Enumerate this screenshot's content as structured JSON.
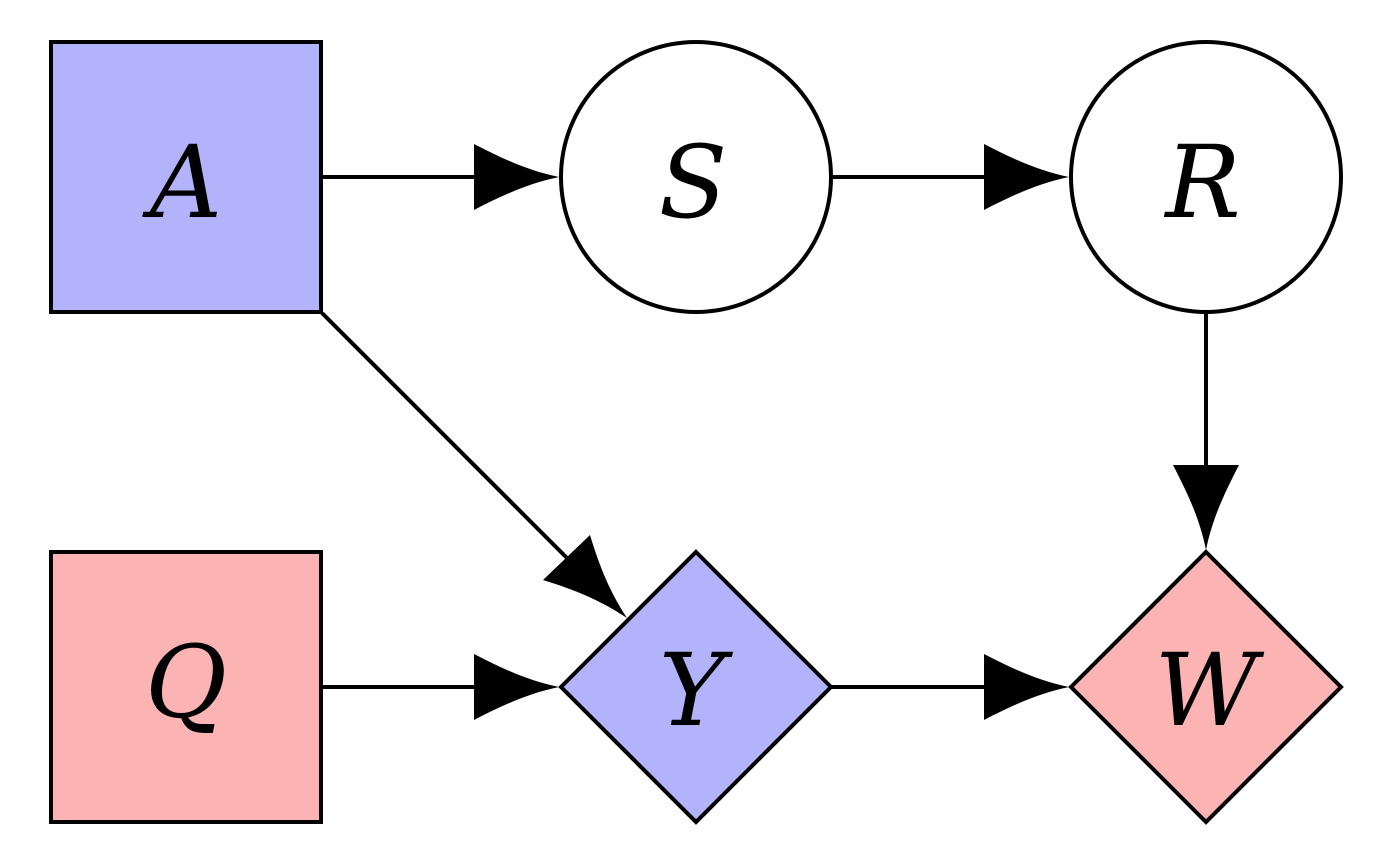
{
  "diagram": {
    "colors": {
      "decision": "#b3b3fb",
      "utility": "#fbb3b3",
      "chance": "#ffffff",
      "stroke": "#000000"
    },
    "nodes": {
      "A": {
        "label": "A",
        "kind": "square",
        "color": "#b3b3fb"
      },
      "S": {
        "label": "S",
        "kind": "circle",
        "color": "#ffffff"
      },
      "R": {
        "label": "R",
        "kind": "circle",
        "color": "#ffffff"
      },
      "Q": {
        "label": "Q",
        "kind": "square",
        "color": "#fbb3b3"
      },
      "Y": {
        "label": "Y",
        "kind": "diamond",
        "color": "#b3b3fb"
      },
      "W": {
        "label": "W",
        "kind": "diamond",
        "color": "#fbb3b3"
      }
    },
    "edges": [
      {
        "from": "A",
        "to": "S"
      },
      {
        "from": "S",
        "to": "R"
      },
      {
        "from": "A",
        "to": "Y"
      },
      {
        "from": "R",
        "to": "W"
      },
      {
        "from": "Q",
        "to": "Y"
      },
      {
        "from": "Y",
        "to": "W"
      }
    ]
  }
}
